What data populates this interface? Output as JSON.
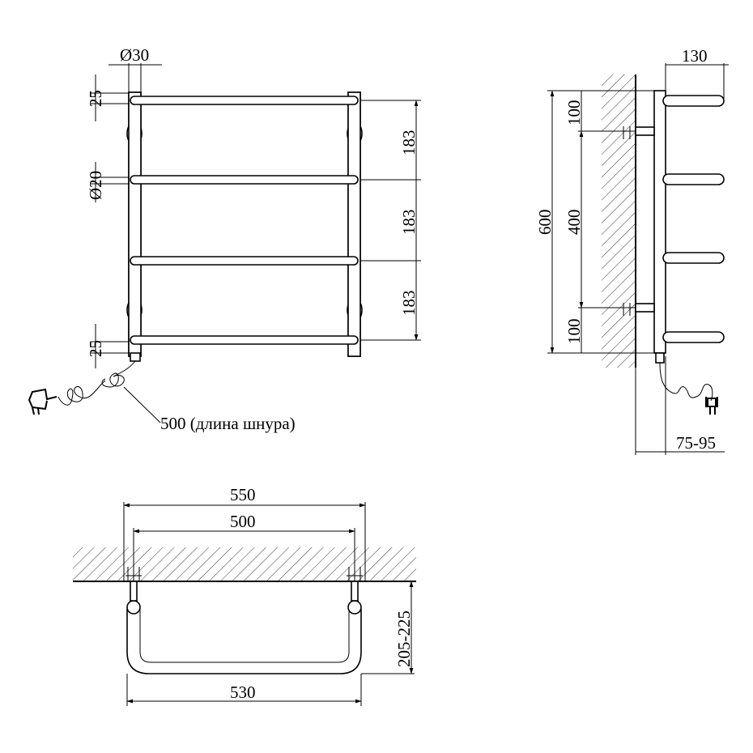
{
  "front_view": {
    "post_diameter": "Ø30",
    "bar_diameter": "Ø20",
    "top_offset": "25",
    "bottom_offset": "25",
    "spacing_1": "183",
    "spacing_2": "183",
    "spacing_3": "183",
    "cord_length": "500 (длина шнура)"
  },
  "side_view": {
    "depth": "130",
    "height": "600",
    "mount_spacing": "400",
    "top_mount_offset": "100",
    "bottom_mount_offset": "100",
    "wall_gap": "75-95"
  },
  "top_view": {
    "overall_width": "550",
    "mount_center_distance": "500",
    "outer_width": "530",
    "wall_distance": "205-225"
  }
}
